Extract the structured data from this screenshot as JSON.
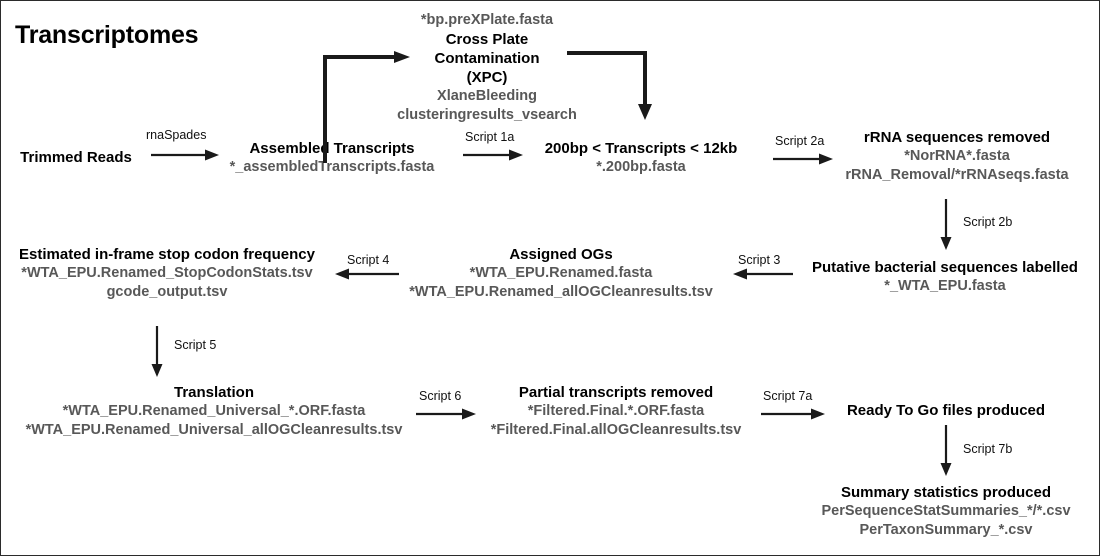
{
  "page": {
    "title": "Transcriptomes",
    "colors": {
      "heading_text": "#000000",
      "file_text": "#585858",
      "arrow": "#1a1a1a",
      "border": "#2b2b2b",
      "background": "#ffffff"
    }
  },
  "nodes": {
    "trimmed_reads": {
      "head": "Trimmed Reads"
    },
    "assembled_transcripts": {
      "head": "Assembled Transcripts",
      "file1": "*_assembledTranscripts.fasta"
    },
    "cross_plate_contamination": {
      "file_top": "*bp.preXPlate.fasta",
      "head_line1": "Cross Plate",
      "head_line2": "Contamination",
      "head_line3": "(XPC)",
      "file1": "XlaneBleeding",
      "file2": "clusteringresults_vsearch"
    },
    "size_filter": {
      "head": "200bp < Transcripts < 12kb",
      "file1": "*.200bp.fasta"
    },
    "rrna_removed": {
      "head": "rRNA sequences removed",
      "file1": "*NorRNA*.fasta",
      "file2": "rRNA_Removal/*rRNAseqs.fasta"
    },
    "bacterial_labelled": {
      "head": "Putative bacterial sequences labelled",
      "file1": "*_WTA_EPU.fasta"
    },
    "assigned_ogs": {
      "head": "Assigned OGs",
      "file1": "*WTA_EPU.Renamed.fasta",
      "file2": "*WTA_EPU.Renamed_allOGCleanresults.tsv"
    },
    "stop_codon": {
      "head": "Estimated in-frame stop codon frequency",
      "file1": "*WTA_EPU.Renamed_StopCodonStats.tsv",
      "file2": "gcode_output.tsv"
    },
    "translation": {
      "head": "Translation",
      "file1": "*WTA_EPU.Renamed_Universal_*.ORF.fasta",
      "file2": "*WTA_EPU.Renamed_Universal_allOGCleanresults.tsv"
    },
    "partial_removed": {
      "head": "Partial transcripts removed",
      "file1": "*Filtered.Final.*.ORF.fasta",
      "file2": "*Filtered.Final.allOGCleanresults.tsv"
    },
    "ready_to_go": {
      "head": "Ready To Go files produced"
    },
    "summary_stats": {
      "head": "Summary statistics produced",
      "file1": "PerSequenceStatSummaries_*/*.csv",
      "file2": "PerTaxonSummary_*.csv"
    }
  },
  "edges": {
    "rnaspades": "rnaSpades",
    "script_1a": "Script 1a",
    "script_2a": "Script 2a",
    "script_2b": "Script 2b",
    "script_3": "Script 3",
    "script_4": "Script 4",
    "script_5": "Script 5",
    "script_6": "Script 6",
    "script_7a": "Script 7a",
    "script_7b": "Script 7b"
  }
}
